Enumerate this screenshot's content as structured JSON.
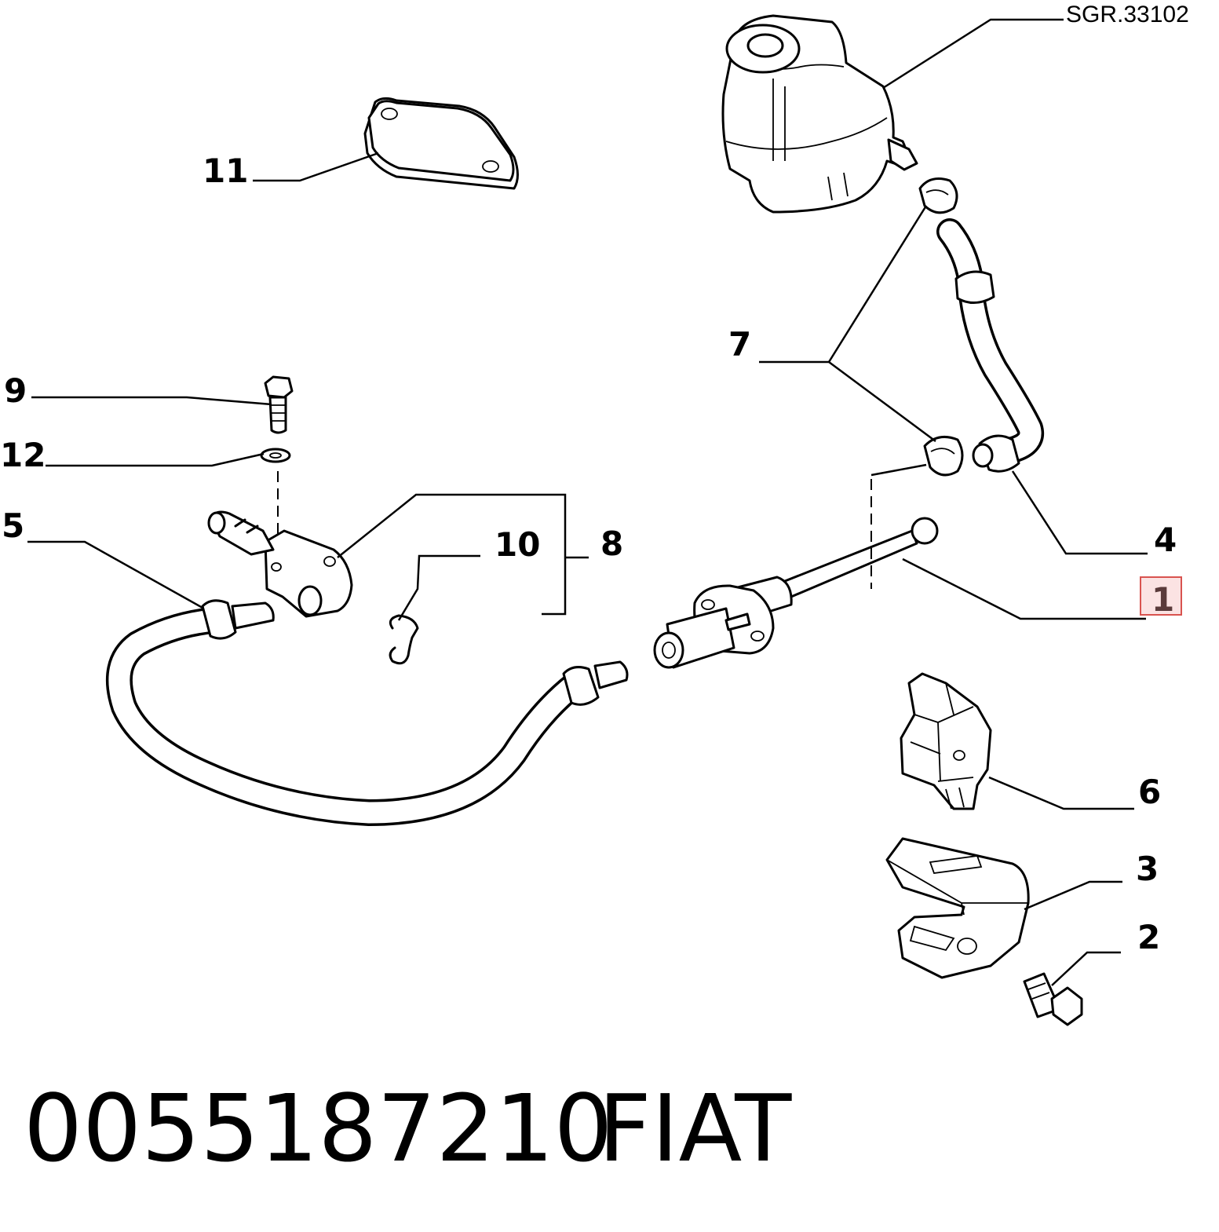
{
  "reference": "SGR.33102",
  "callouts": {
    "c1": "1",
    "c2": "2",
    "c3": "3",
    "c4": "4",
    "c5": "5",
    "c6": "6",
    "c7": "7",
    "c8": "8",
    "c9": "9",
    "c10": "10",
    "c11": "11",
    "c12": "12"
  },
  "highlight_color": "#d9534f",
  "footer": {
    "part_number": "0055187210",
    "brand": "FIAT"
  }
}
